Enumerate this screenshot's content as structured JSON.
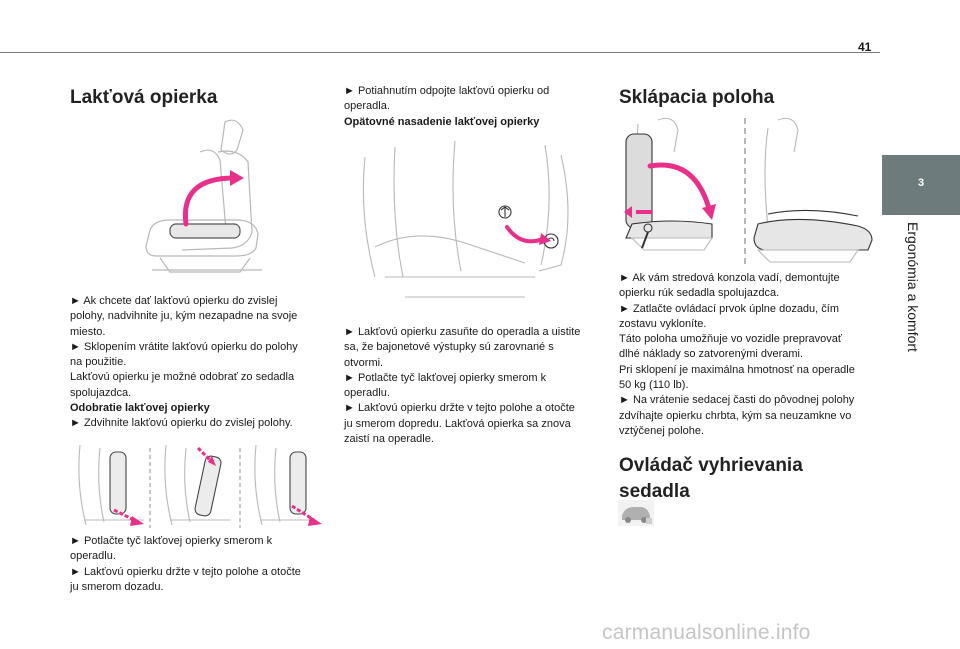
{
  "page": {
    "number": "41"
  },
  "sidebar": {
    "chapter_number": "3",
    "chapter_title": "Ergonómia a komfort"
  },
  "col1": {
    "heading": "Lakťová opierka",
    "lines_a": [
      "► Ak chcete dať lakťovú opierku do zvislej",
      "polohy, nadvihnite ju, kým nezapadne na svoje",
      "miesto.",
      "► Sklopením vrátite lakťovú opierku do polohy",
      "na použitie.",
      "Lakťovú opierku je možné odobrať zo sedadla",
      "spolujazdca."
    ],
    "subheading": "Odobratie lakťovej opierky",
    "lines_b": [
      "► Zdvihnite lakťovú opierku do zvislej polohy."
    ],
    "lines_c": [
      "► Potlačte tyč lakťovej opierky smerom k",
      "operadlu.",
      "► Lakťovú opierku držte v tejto polohe a otočte",
      "ju smerom dozadu."
    ]
  },
  "col2": {
    "lines_a": [
      "► Potiahnutím odpojte lakťovú opierku od",
      "operadla."
    ],
    "subheading": "Opätovné nasadenie lakťovej opierky",
    "lines_b": [
      "► Lakťovú opierku zasuňte do operadla a uistite",
      "sa, že bajonetové výstupky sú zarovnané s",
      "otvormi.",
      "► Potlačte tyč lakťovej opierky smerom k",
      "operadlu.",
      "► Lakťovú opierku držte v tejto polohe a otočte",
      "ju smerom dopredu. Lakťová opierka sa znova",
      "zaistí na operadle."
    ]
  },
  "col3": {
    "heading": "Sklápacia poloha",
    "lines": [
      "► Ak vám stredová konzola vadí, demontujte",
      "opierku rúk sedadla spolujazdca.",
      "► Zatlačte ovládací prvok úplne dozadu, čím",
      "zostavu vykloníte.",
      "Táto poloha umožňuje vo vozidle prepravovať",
      "dlhé náklady so zatvorenými dverami.",
      "Pri sklopení je maximálna hmotnosť na operadle",
      "50 kg (110 lb).",
      "► Na vrátenie sedacej časti do pôvodnej polohy",
      "zdvíhajte opierku chrbta, kým sa neuzamkne vo",
      "vztýčenej polohe."
    ],
    "heading2_line1": "Ovládač vyhrievania",
    "heading2_line2": "sedadla"
  },
  "watermark": "carmanualsonline.info",
  "colors": {
    "accent_arrow": "#e8308a",
    "tab_bg": "#6d7b7d",
    "rule": "#7a7a7a"
  }
}
